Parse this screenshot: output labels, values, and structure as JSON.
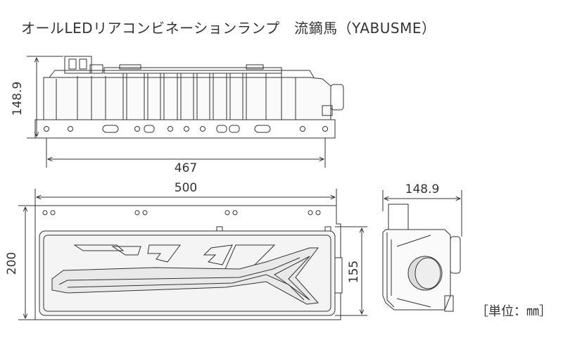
{
  "title": "オールLEDリアコンビネーションランプ　流鏑馬（YABUSME）",
  "unit_label": "［単位：㎜］",
  "dimensions": {
    "top_view_height": "148.9",
    "top_view_width": "467",
    "front_width": "500",
    "front_height": "200",
    "lens_height": "155",
    "side_width": "148.9"
  }
}
